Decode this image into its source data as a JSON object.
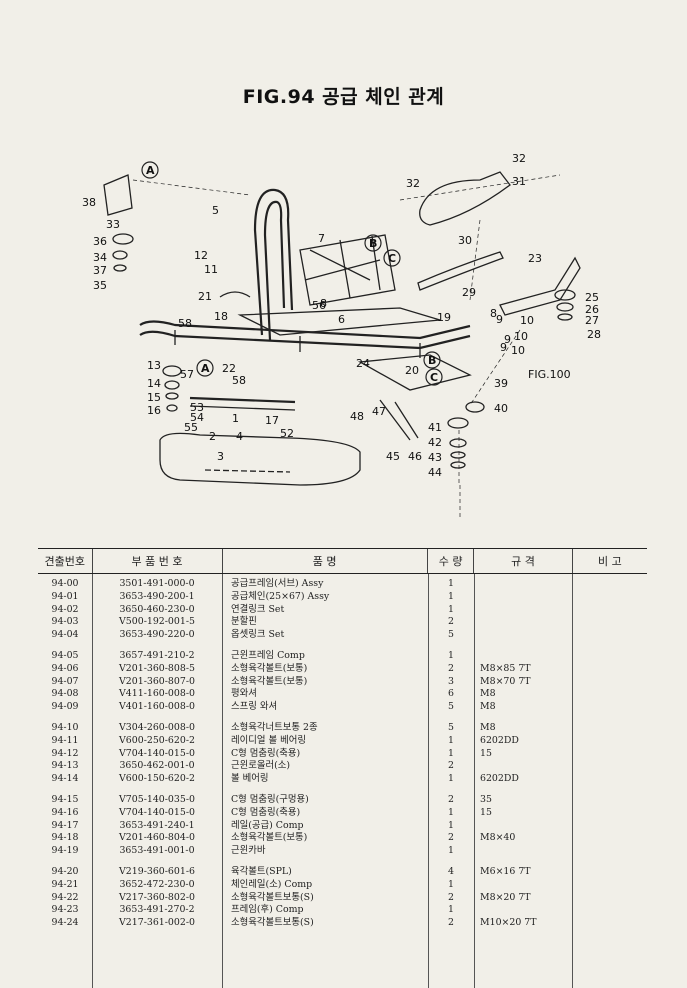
{
  "figure": {
    "title": "FIG.94 공급 체인 관계"
  },
  "diagram": {
    "callouts": [
      "1",
      "2",
      "3",
      "4",
      "5",
      "6",
      "7",
      "8",
      "9",
      "10",
      "11",
      "12",
      "13",
      "14",
      "15",
      "16",
      "17",
      "18",
      "19",
      "20",
      "21",
      "22",
      "23",
      "24",
      "25",
      "26",
      "27",
      "28",
      "29",
      "30",
      "31",
      "32",
      "32",
      "33",
      "34",
      "35",
      "36",
      "37",
      "38",
      "39",
      "40",
      "41",
      "42",
      "43",
      "44",
      "45",
      "46",
      "47",
      "48",
      "52",
      "53",
      "54",
      "55",
      "56",
      "57",
      "58",
      "58",
      "8",
      "9",
      "10",
      "9",
      "10"
    ],
    "ref_marks": [
      "A",
      "A",
      "B",
      "B",
      "C",
      "C"
    ],
    "fig_ref": "FIG.100"
  },
  "table": {
    "headers": [
      "견출번호",
      "부 품 번 호",
      "품 명",
      "수 량",
      "규 격",
      "비 고"
    ],
    "groups": [
      [
        {
          "no": "94-00",
          "part": "3501-491-000-0",
          "name": "공급프레임(서브) Assy",
          "qty": "1",
          "spec": ""
        },
        {
          "no": "94-01",
          "part": "3653-490-200-1",
          "name": "공급체인(25×67) Assy",
          "qty": "1",
          "spec": ""
        },
        {
          "no": "94-02",
          "part": "3650-460-230-0",
          "name": "연결링크 Set",
          "qty": "1",
          "spec": ""
        },
        {
          "no": "94-03",
          "part": "V500-192-001-5",
          "name": "분할핀",
          "qty": "2",
          "spec": ""
        },
        {
          "no": "94-04",
          "part": "3653-490-220-0",
          "name": "옵셋링크 Set",
          "qty": "5",
          "spec": ""
        }
      ],
      [
        {
          "no": "94-05",
          "part": "3657-491-210-2",
          "name": "근윈프레임 Comp",
          "qty": "1",
          "spec": ""
        },
        {
          "no": "94-06",
          "part": "V201-360-808-5",
          "name": "소형육각볼트(보통)",
          "qty": "2",
          "spec": "M8×85 7T"
        },
        {
          "no": "94-07",
          "part": "V201-360-807-0",
          "name": "소형육각볼트(보통)",
          "qty": "3",
          "spec": "M8×70 7T"
        },
        {
          "no": "94-08",
          "part": "V411-160-008-0",
          "name": "평와셔",
          "qty": "6",
          "spec": "M8"
        },
        {
          "no": "94-09",
          "part": "V401-160-008-0",
          "name": "스프링 와셔",
          "qty": "5",
          "spec": "M8"
        }
      ],
      [
        {
          "no": "94-10",
          "part": "V304-260-008-0",
          "name": "소형육각너트보통 2종",
          "qty": "5",
          "spec": "M8"
        },
        {
          "no": "94-11",
          "part": "V600-250-620-2",
          "name": "레이디얼 볼 베어링",
          "qty": "1",
          "spec": "6202DD"
        },
        {
          "no": "94-12",
          "part": "V704-140-015-0",
          "name": "C형 멈춤링(축용)",
          "qty": "1",
          "spec": "15"
        },
        {
          "no": "94-13",
          "part": "3650-462-001-0",
          "name": "근윈로올러(소)",
          "qty": "2",
          "spec": ""
        },
        {
          "no": "94-14",
          "part": "V600-150-620-2",
          "name": "볼 베어링",
          "qty": "1",
          "spec": "6202DD"
        }
      ],
      [
        {
          "no": "94-15",
          "part": "V705-140-035-0",
          "name": "C형 멈춤링(구멍용)",
          "qty": "2",
          "spec": "35"
        },
        {
          "no": "94-16",
          "part": "V704-140-015-0",
          "name": "C형 멈춤링(축용)",
          "qty": "1",
          "spec": "15"
        },
        {
          "no": "94-17",
          "part": "3653-491-240-1",
          "name": "레일(공급) Comp",
          "qty": "1",
          "spec": ""
        },
        {
          "no": "94-18",
          "part": "V201-460-804-0",
          "name": "소형육각볼트(보통)",
          "qty": "2",
          "spec": "M8×40"
        },
        {
          "no": "94-19",
          "part": "3653-491-001-0",
          "name": "근윈카바",
          "qty": "1",
          "spec": ""
        }
      ],
      [
        {
          "no": "94-20",
          "part": "V219-360-601-6",
          "name": "육각볼트(SPL)",
          "qty": "4",
          "spec": "M6×16 7T"
        },
        {
          "no": "94-21",
          "part": "3652-472-230-0",
          "name": "체인레일(소) Comp",
          "qty": "1",
          "spec": ""
        },
        {
          "no": "94-22",
          "part": "V217-360-802-0",
          "name": "소형육각볼트보통(S)",
          "qty": "2",
          "spec": "M8×20 7T"
        },
        {
          "no": "94-23",
          "part": "3653-491-270-2",
          "name": "프레임(후) Comp",
          "qty": "1",
          "spec": ""
        },
        {
          "no": "94-24",
          "part": "V217-361-002-0",
          "name": "소형육각볼트보통(S)",
          "qty": "2",
          "spec": "M10×20 7T"
        }
      ]
    ]
  }
}
